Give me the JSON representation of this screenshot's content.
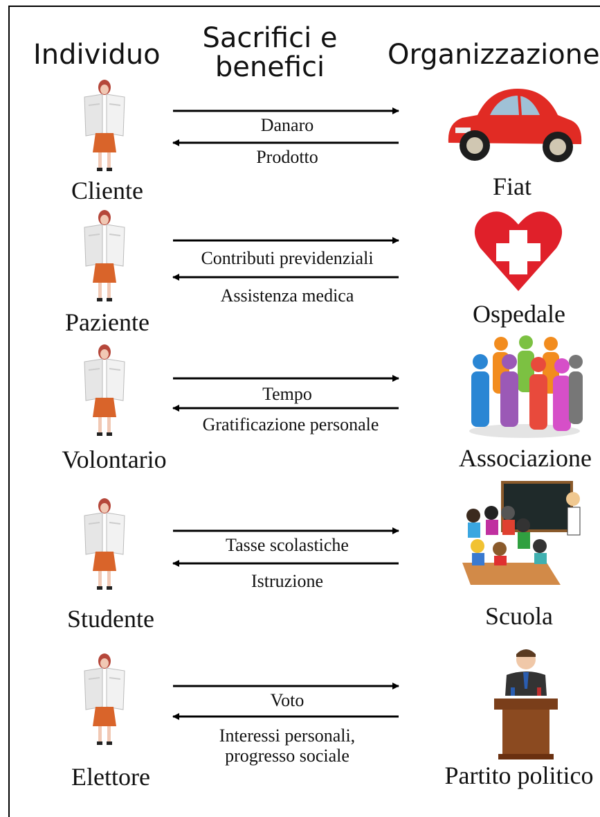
{
  "headers": {
    "left": "Individuo",
    "center_line1": "Sacrifici e",
    "center_line2": "benefici",
    "right": "Organizzazione"
  },
  "rows": [
    {
      "role": "Cliente",
      "sacrifice": "Danaro",
      "benefit": "Prodotto",
      "organization": "Fiat",
      "org_icon": "car-icon"
    },
    {
      "role": "Paziente",
      "sacrifice": "Contributi previdenziali",
      "benefit": "Assistenza medica",
      "organization": "Ospedale",
      "org_icon": "heart-cross-icon"
    },
    {
      "role": "Volontario",
      "sacrifice": "Tempo",
      "benefit": "Gratificazione personale",
      "organization": "Associazione",
      "org_icon": "people-group-icon"
    },
    {
      "role": "Studente",
      "sacrifice": "Tasse scolastiche",
      "benefit": "Istruzione",
      "organization": "Scuola",
      "org_icon": "classroom-icon"
    },
    {
      "role": "Elettore",
      "sacrifice": "Voto",
      "benefit_line1": "Interessi personali,",
      "benefit_line2": "progresso sociale",
      "organization": "Partito politico",
      "org_icon": "speaker-podium-icon"
    }
  ]
}
